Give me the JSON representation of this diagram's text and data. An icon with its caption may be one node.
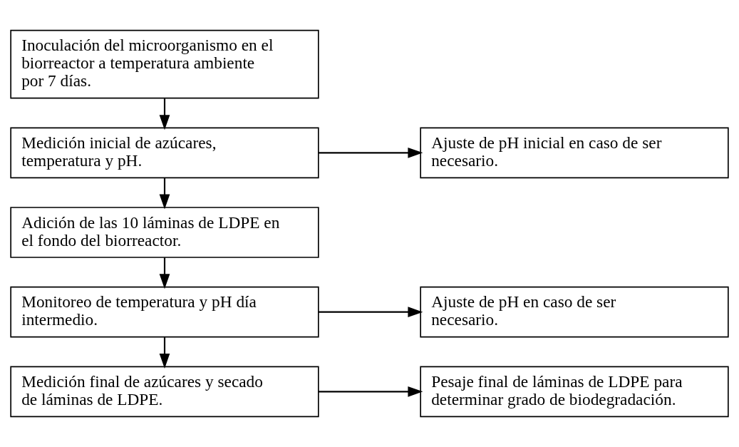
{
  "diagram": {
    "nodes": [
      {
        "text": [
          "Inoculación del microorganismo en el biorreactor a temperatura ambiente por 7 días."
        ]
      },
      {
        "text": [
          "Medición inicial de azúcares, temperatura y pH."
        ]
      },
      {
        "text": [
          "Ajuste de pH inicial en caso de ser necesario."
        ]
      },
      {
        "text": [
          "Adición de las 10 láminas de LDPE en el fondo del biorreactor."
        ]
      },
      {
        "text": [
          "Monitoreo de temperatura y pH día intermedio."
        ]
      },
      {
        "text": [
          "Ajuste de pH en caso de ser necesario."
        ]
      },
      {
        "text": [
          "Medición final de azúcares y secado de láminas de LDPE."
        ]
      },
      {
        "text": [
          "Pesaje final de láminas de LDPE para determinar grado de biodegradación."
        ]
      }
    ],
    "edges": [
      {
        "from": 0,
        "to": 1,
        "arrow": "to"
      },
      {
        "from": 1,
        "to": 2,
        "arrow": "to"
      },
      {
        "from": 1,
        "to": 3,
        "arrow": "to"
      },
      {
        "from": 3,
        "to": 4,
        "arrow": "to"
      },
      {
        "from": 4,
        "to": 5,
        "arrow": "to"
      },
      {
        "from": 4,
        "to": 6,
        "arrow": "to"
      },
      {
        "from": 6,
        "to": 7,
        "arrow": "to"
      }
    ]
  }
}
